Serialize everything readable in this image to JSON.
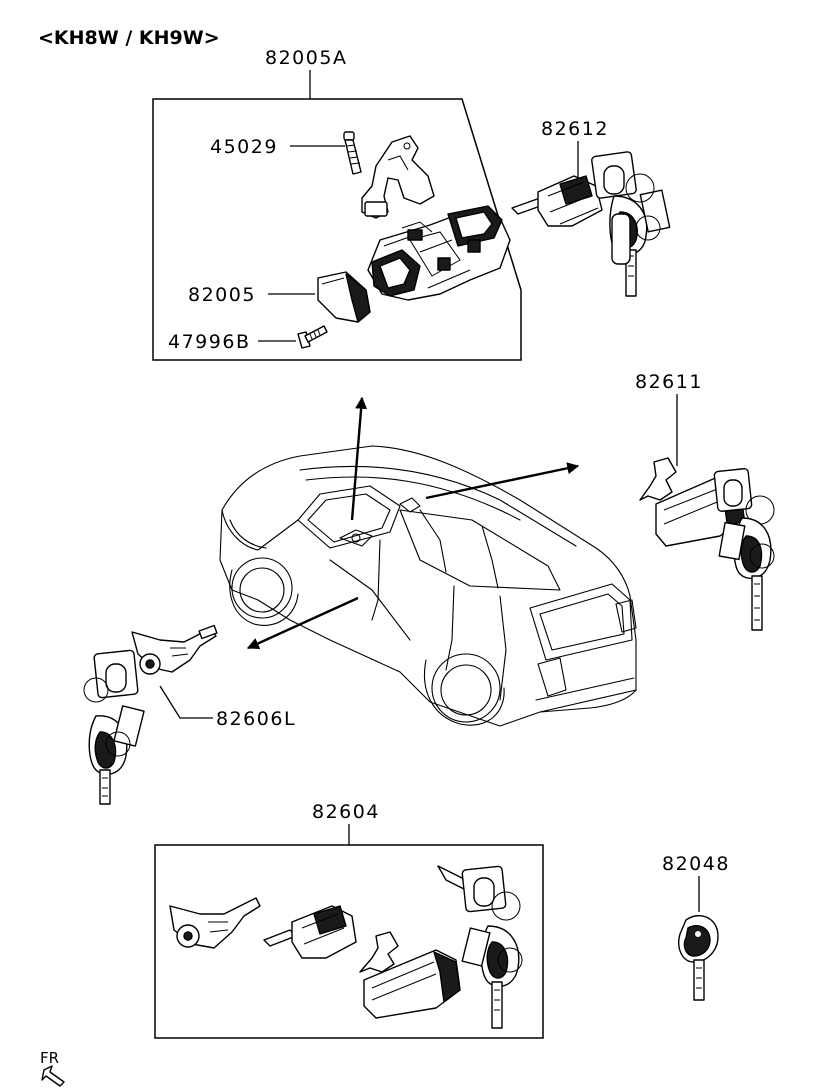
{
  "title": "<KH8W / KH9W>",
  "direction_label": "FR",
  "labels": {
    "assembly_82005A": "82005A",
    "part_45029": "45029",
    "part_82005": "82005",
    "part_47996B": "47996B",
    "part_82612": "82612",
    "part_82611": "82611",
    "part_82606L": "82606L",
    "kit_82604": "82604",
    "part_82048": "82048"
  }
}
